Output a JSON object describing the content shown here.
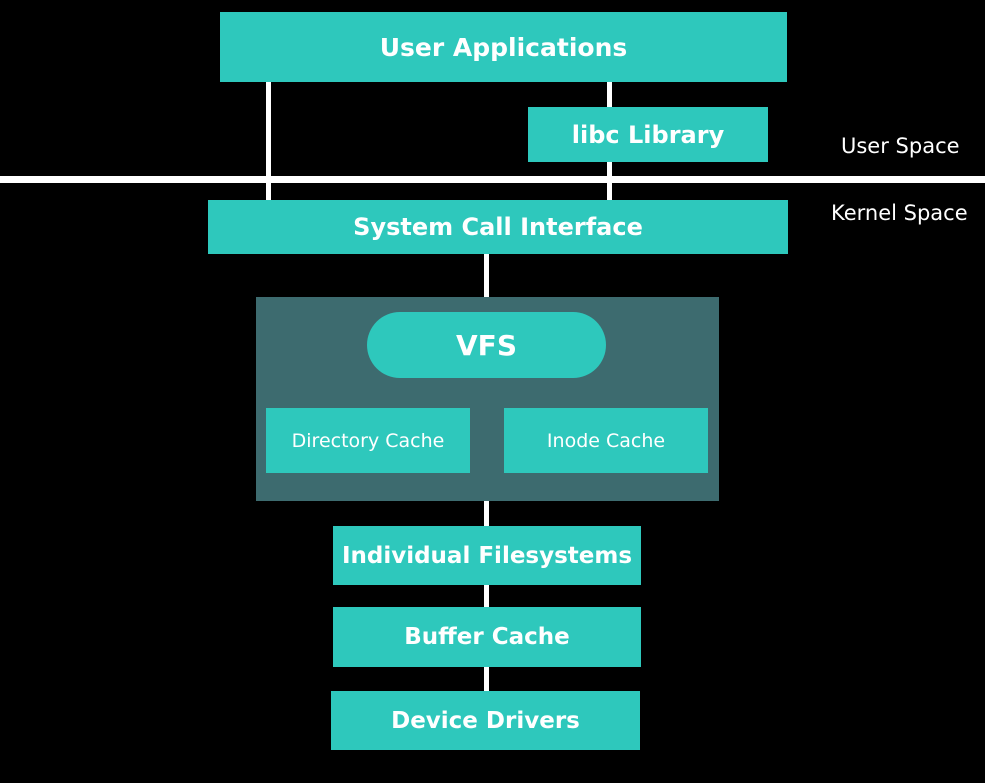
{
  "colors": {
    "background": "#000000",
    "box_fill": "#2ec8bc",
    "vfs_panel": "#3d6b6f",
    "text": "#ffffff",
    "line": "#ffffff"
  },
  "diagram": {
    "user_applications": "User Applications",
    "libc_library": "libc Library",
    "system_call_interface": "System Call Interface",
    "vfs": "VFS",
    "directory_cache": "Directory Cache",
    "inode_cache": "Inode Cache",
    "individual_filesystems": "Individual Filesystems",
    "buffer_cache": "Buffer Cache",
    "device_drivers": "Device Drivers",
    "user_space_label": "User Space",
    "kernel_space_label": "Kernel Space"
  }
}
